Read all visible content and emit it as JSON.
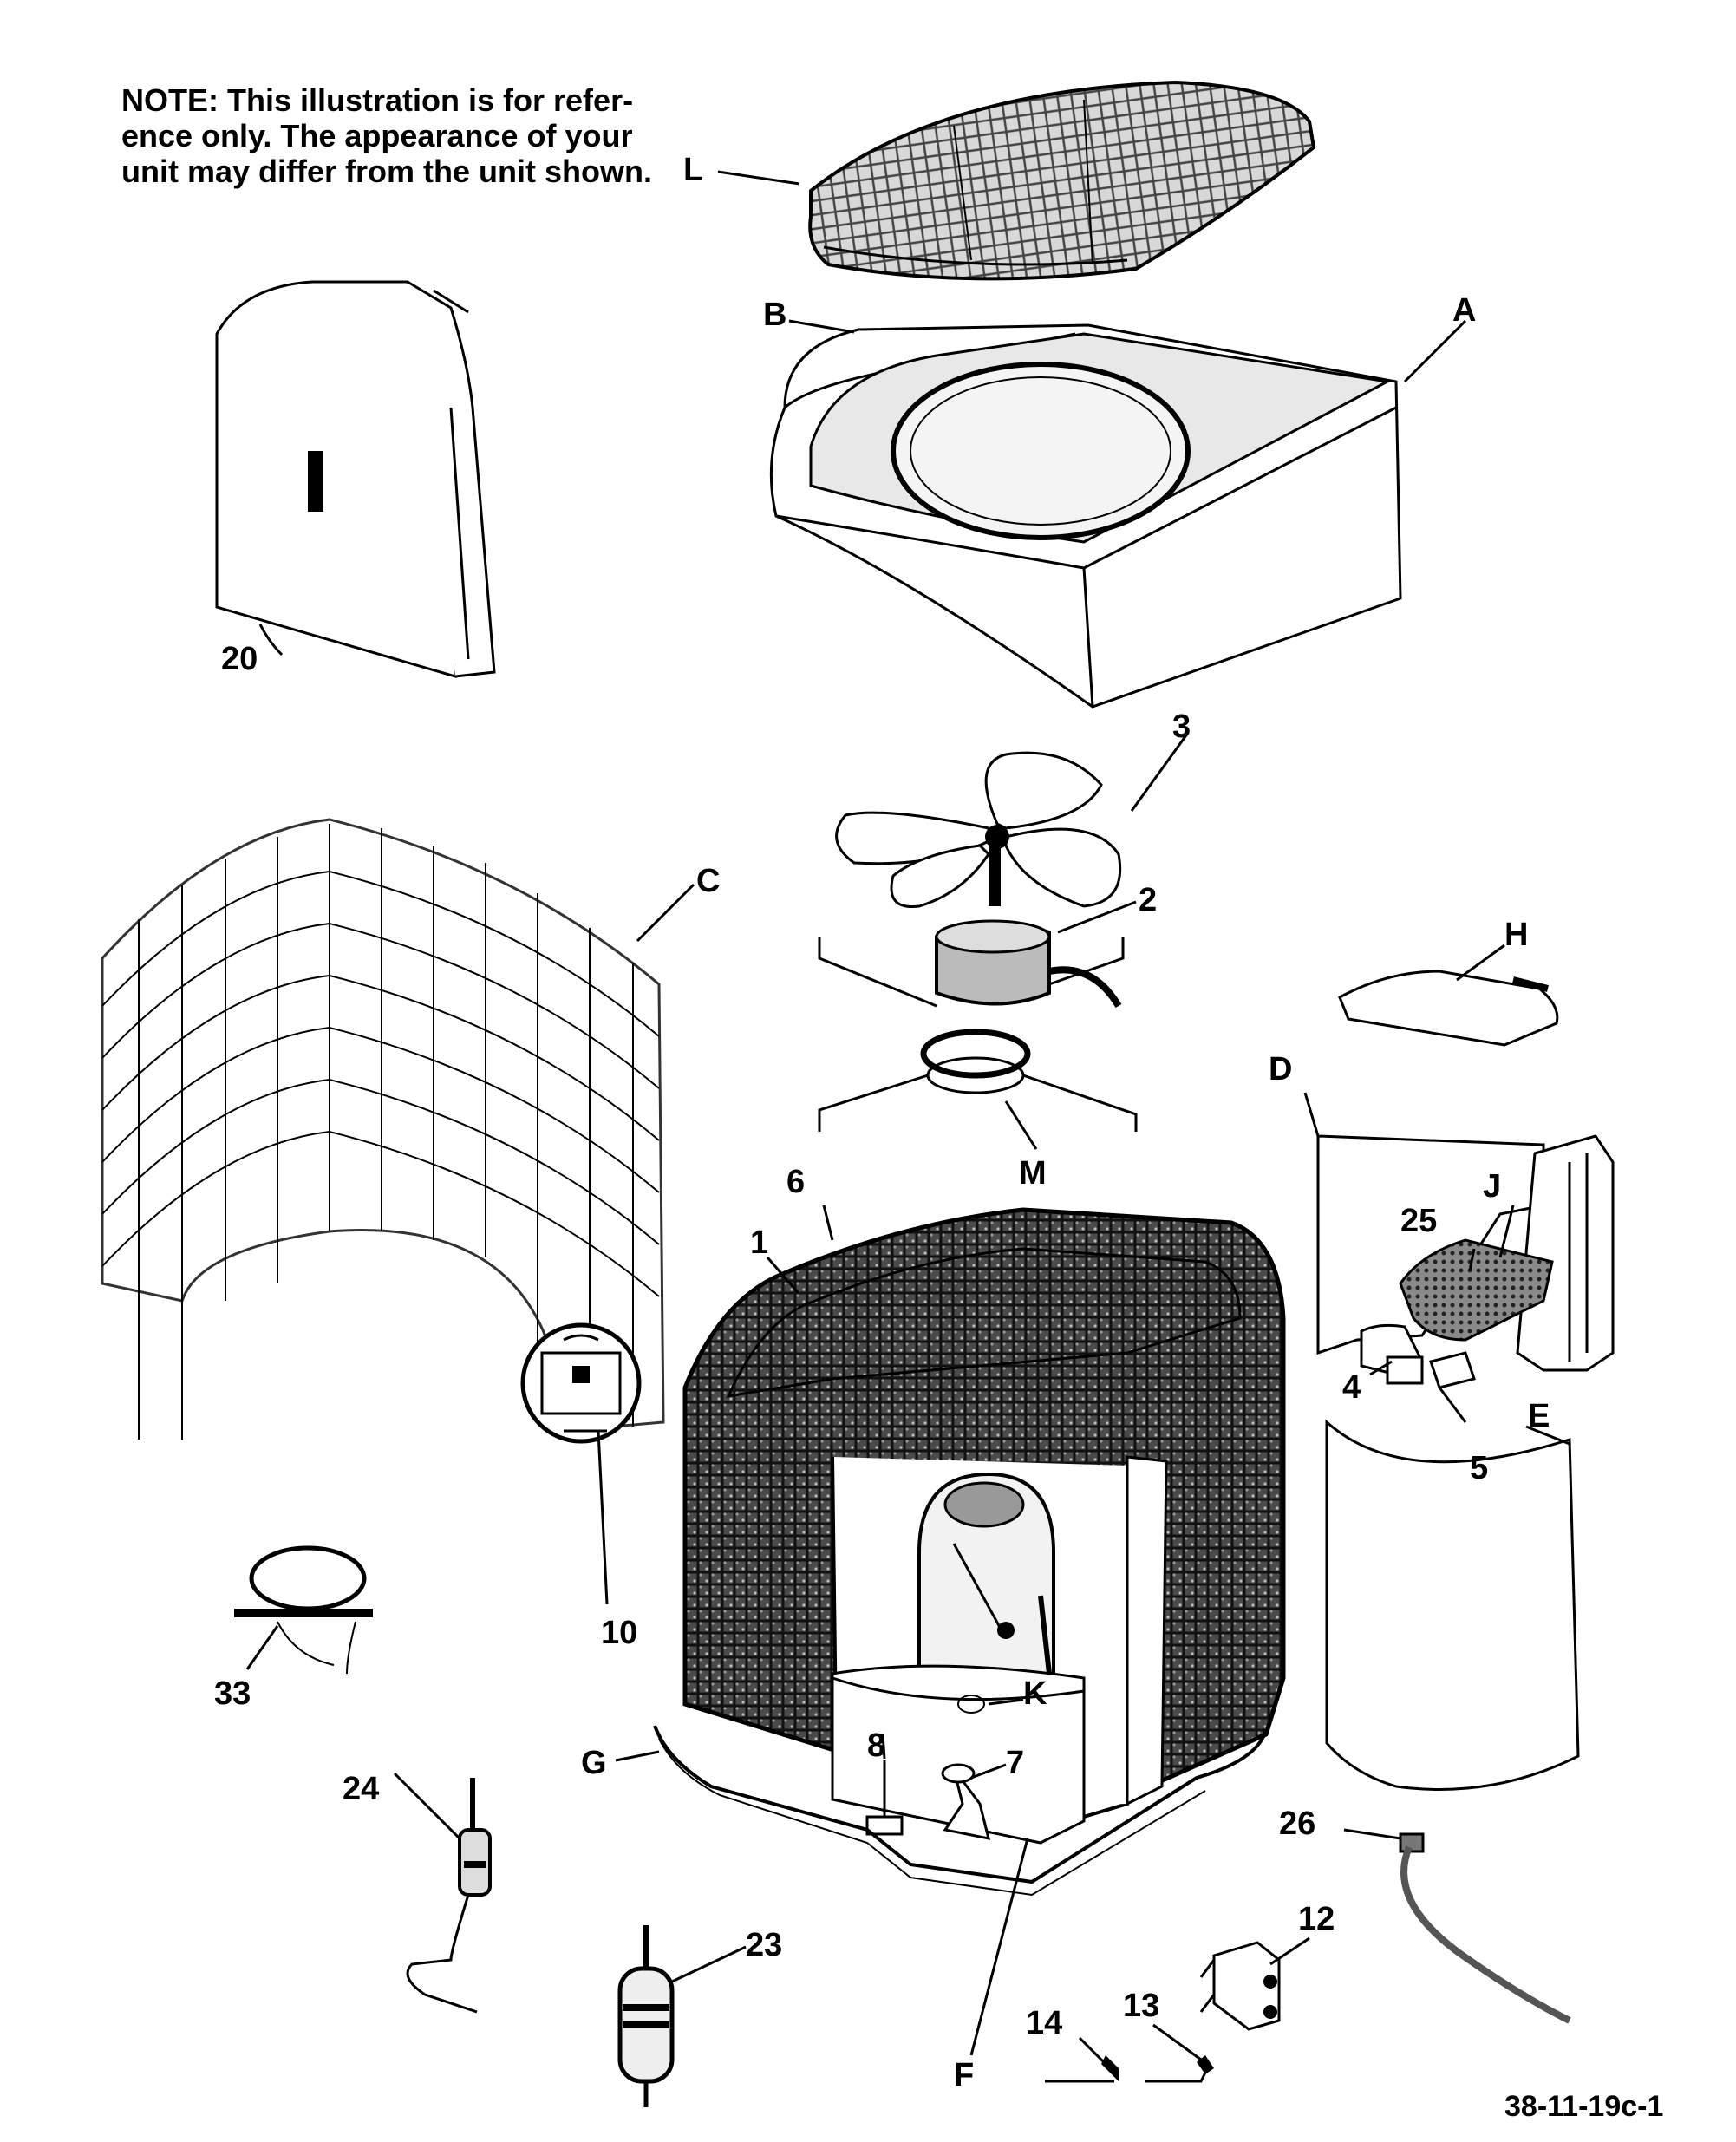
{
  "note": {
    "lines": [
      "NOTE: This illustration is for refer-",
      "ence only. The appearance of your",
      "unit may differ from the unit shown."
    ]
  },
  "figure_id": "38-11-19c-1",
  "callouts": {
    "L": "L",
    "B": "B",
    "A": "A",
    "20": "20",
    "3": "3",
    "2": "2",
    "C": "C",
    "H": "H",
    "D": "D",
    "M": "M",
    "6": "6",
    "1": "1",
    "J": "J",
    "25": "25",
    "4": "4",
    "5": "5",
    "E": "E",
    "10": "10",
    "33": "33",
    "K": "K",
    "G": "G",
    "8": "8",
    "7": "7",
    "24": "24",
    "26": "26",
    "23": "23",
    "12": "12",
    "F": "F",
    "14": "14",
    "13": "13"
  }
}
